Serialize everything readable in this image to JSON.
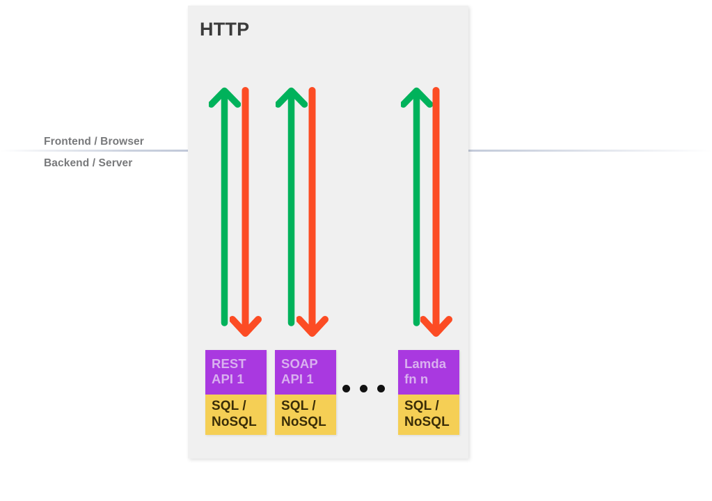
{
  "diagram": {
    "title": "HTTP",
    "layers": {
      "frontend_label": "Frontend / Browser",
      "backend_label": "Backend / Server"
    },
    "colors": {
      "panel_background": "#f0f0f0",
      "request_arrow": "#00b25b",
      "response_arrow": "#fc4c24",
      "api_box": "#a939e0",
      "api_text": "#d9b0ef",
      "db_box": "#f5cf55",
      "db_text": "#3a2d08",
      "title_text": "#3b3b3b",
      "layer_label_text": "#78797b",
      "divider_line": "#96a3be",
      "ellipsis_dot": "#111111"
    },
    "services": [
      {
        "api_label": "REST\nAPI 1",
        "db_label": "SQL /\nNoSQL"
      },
      {
        "api_label": "SOAP\nAPI 1",
        "db_label": "SQL /\nNoSQL"
      },
      {
        "api_label": "Lamda\nfn n",
        "db_label": "SQL /\nNoSQL"
      }
    ],
    "ellipsis_dots": 3,
    "arrow_pairs": 3
  }
}
